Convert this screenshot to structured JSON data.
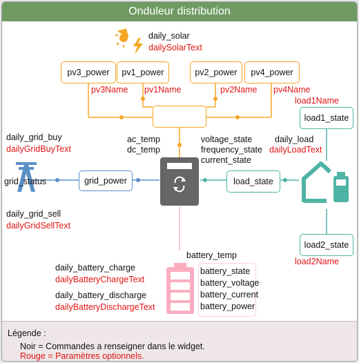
{
  "title": "Onduleur distribution",
  "solar": {
    "label": "daily_solar",
    "text": "dailySolarText"
  },
  "pv": [
    {
      "box": "pv3_power",
      "name": "pv3Name"
    },
    {
      "box": "pv1_power",
      "name": "pv1Name"
    },
    {
      "box": "pv2_power",
      "name": "pv2Name"
    },
    {
      "box": "pv4_power",
      "name": "pv4Name"
    }
  ],
  "inverter": {
    "left_labels": [
      "ac_temp",
      "dc_temp"
    ],
    "right_labels": [
      "voltage_state",
      "frequency_state",
      "current_state"
    ]
  },
  "grid": {
    "buy_label": "daily_grid_buy",
    "buy_text": "dailyGridBuyText",
    "sell_label": "daily_grid_sell",
    "sell_text": "dailyGridSellText",
    "status": "grid_status",
    "power": "grid_power"
  },
  "load": {
    "state": "load_state",
    "load1_name": "load1Name",
    "load1_state": "load1_state",
    "daily_load": "daily_load",
    "daily_load_text": "dailyLoadText",
    "load2_state": "load2_state",
    "load2_name": "load2Name"
  },
  "battery": {
    "temp": "battery_temp",
    "charge_label": "daily_battery_charge",
    "charge_text": "dailyBatteryChargeText",
    "discharge_label": "daily_battery_discharge",
    "discharge_text": "dailyBatteryDischargeText",
    "values": [
      "battery_state",
      "battery_voltage",
      "battery_current",
      "battery_power"
    ]
  },
  "legend": {
    "heading": "Légende :",
    "black": "Noir = Commandes a renseigner dans le widget.",
    "red": "Rouge = Paramètres optionnels."
  },
  "colors": {
    "header": "#6f9b63",
    "solar": "#f6a623",
    "grid": "#5b8fc7",
    "load": "#4fb3a6",
    "battery": "#f6b6c6",
    "optional_text": "#e01414",
    "inverter": "#666666"
  }
}
